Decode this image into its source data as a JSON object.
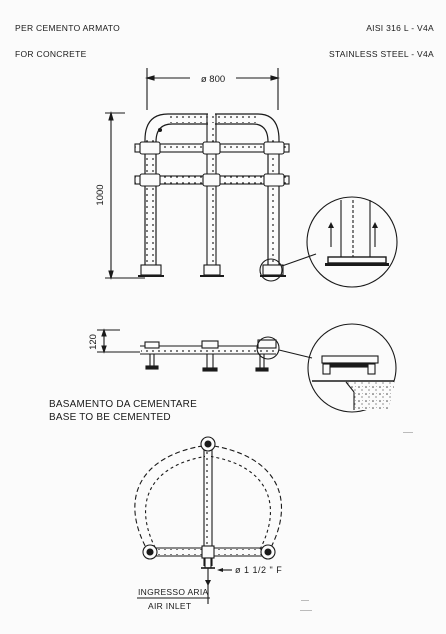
{
  "header": {
    "left_line1": "PER CEMENTO ARMATO",
    "left_line2": "FOR CONCRETE",
    "right_line1": "AISI 316 L - V4A",
    "right_line2": "STAINLESS STEEL - V4A"
  },
  "dimensions": {
    "width": "ø 800",
    "height": "1000",
    "base_height": "120",
    "pipe": "ø 1 1/2 \" F"
  },
  "base_note": {
    "line1": "BASAMENTO DA CEMENTARE",
    "line2": "BASE TO BE CEMENTED"
  },
  "inlet": {
    "line1": "INGRESSO ARIA",
    "line2": "AIR INLET"
  }
}
